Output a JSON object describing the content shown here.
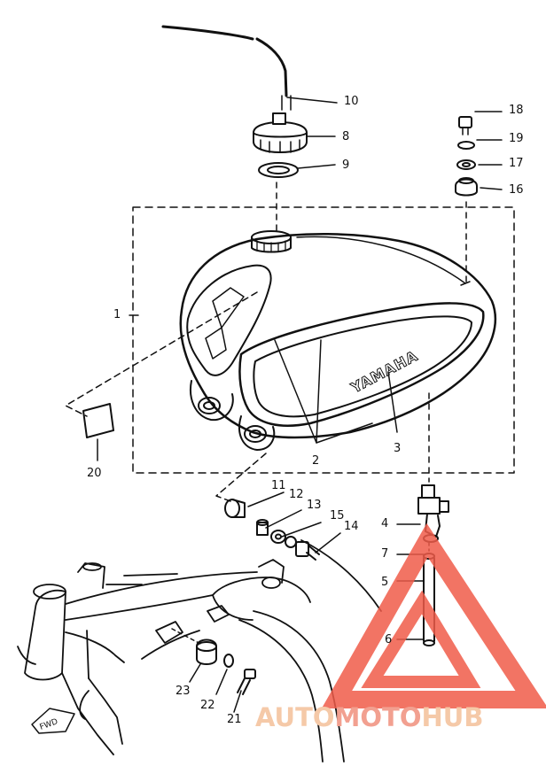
{
  "diagram": {
    "tank_brand": "YAMAHA",
    "fwd_label": "FWD",
    "callouts": {
      "c1": "1",
      "c2a": "2",
      "c2b": "2",
      "c3": "3",
      "c4": "4",
      "c5": "5",
      "c6": "6",
      "c7": "7",
      "c8": "8",
      "c9": "9",
      "c10": "10",
      "c11": "11",
      "c12": "12",
      "c13": "13",
      "c14": "14",
      "c15": "15",
      "c16": "16",
      "c17": "17",
      "c18": "18",
      "c19": "19",
      "c20": "20",
      "c21": "21",
      "c22": "22",
      "c23": "23"
    }
  },
  "watermark": {
    "part1": "AUTO",
    "part2": "MOTO",
    "part3": "HUB",
    "color1": "#f5c9a8",
    "color2": "#f2a090",
    "color3": "#f5c9a8",
    "triangle_color": "#f05c4a"
  }
}
